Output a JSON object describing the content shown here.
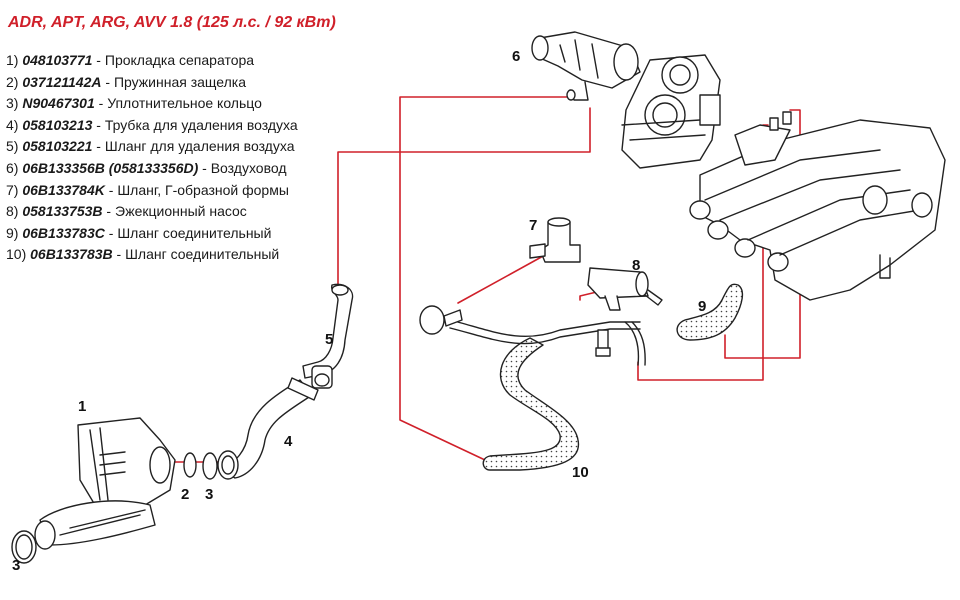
{
  "title": "ADR, APT, ARG, AVV  1.8 (125 л.с. / 92 кВт)",
  "parts": [
    {
      "num": "1)",
      "code": "048103771",
      "sep": " - ",
      "desc": "Прокладка сепаратора"
    },
    {
      "num": "2)",
      "code": "037121142A",
      "sep": " - ",
      "desc": "Пружинная защелка"
    },
    {
      "num": "3)",
      "code": "N90467301",
      "sep": " - ",
      "desc": "Уплотнительное кольцо"
    },
    {
      "num": "4)",
      "code": "058103213",
      "sep": " - ",
      "desc": "Трубка для удаления воздуха"
    },
    {
      "num": "5)",
      "code": "058103221",
      "sep": " - ",
      "desc": "Шланг для удаления воздуха"
    },
    {
      "num": "6)",
      "code": "06B133356B (058133356D)",
      "sep": " - ",
      "desc": "Воздуховод"
    },
    {
      "num": "7)",
      "code": "06B133784K",
      "sep": " - ",
      "desc": "Шланг, Г-образной формы"
    },
    {
      "num": "8)",
      "code": "058133753B",
      "sep": " - ",
      "desc": "Эжекционный насос"
    },
    {
      "num": "9)",
      "code": "06B133783C",
      "sep": " - ",
      "desc": "Шланг соединительный"
    },
    {
      "num": "10)",
      "code": "06B133783B",
      "sep": " - ",
      "desc": "Шланг соединительный"
    }
  ],
  "labels": {
    "l1": "1",
    "l2": "2",
    "l3a": "3",
    "l3b": "3",
    "l4": "4",
    "l5": "5",
    "l6": "6",
    "l7": "7",
    "l8": "8",
    "l9": "9",
    "l10": "10"
  },
  "colors": {
    "title": "#d0202a",
    "routing_line": "#d0202a",
    "outline": "#222222"
  }
}
